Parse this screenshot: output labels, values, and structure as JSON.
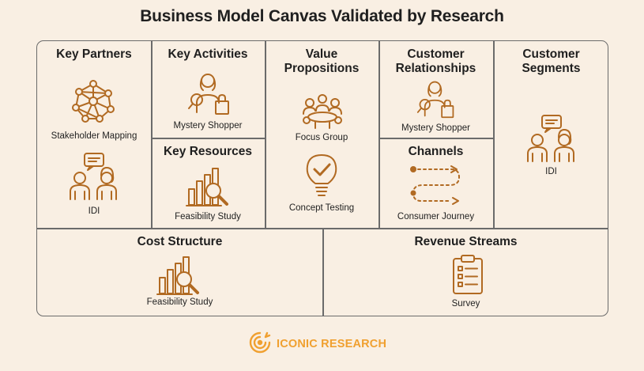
{
  "title": "Business Model Canvas Validated by Research",
  "key_partners": {
    "title": "Key Partners",
    "method_1": "Stakeholder Mapping",
    "method_2": "IDI",
    "icon_1": "network-icon",
    "icon_2": "interview-icon"
  },
  "key_activities": {
    "title": "Key Activities",
    "method": "Mystery Shopper",
    "icon": "mystery-shopper-icon"
  },
  "key_resources": {
    "title": "Key Resources",
    "method": "Feasibility Study",
    "icon": "bar-chart-magnifier-icon"
  },
  "value_propositions": {
    "title_line1": "Value",
    "title_line2": "Propositions",
    "method_1": "Focus Group",
    "method_2": "Concept Testing",
    "icon_1": "focus-group-icon",
    "icon_2": "lightbulb-check-icon"
  },
  "customer_relationships": {
    "title_line1": "Customer",
    "title_line2": "Relationships",
    "method": "Mystery Shopper",
    "icon": "mystery-shopper-icon"
  },
  "channels": {
    "title": "Channels",
    "method": "Consumer Journey",
    "icon": "journey-path-icon"
  },
  "customer_segments": {
    "title_line1": "Customer",
    "title_line2": "Segments",
    "method": "IDI",
    "icon": "interview-icon"
  },
  "cost_structure": {
    "title": "Cost Structure",
    "method": "Feasibility Study",
    "icon": "bar-chart-magnifier-icon"
  },
  "revenue_streams": {
    "title": "Revenue Streams",
    "method": "Survey",
    "icon": "clipboard-survey-icon"
  },
  "footer": {
    "brand": "ICONIC RESEARCH",
    "icon": "iconic-research-logo-icon"
  },
  "colors": {
    "background": "#f9efe3",
    "icon": "#b16a22",
    "brand": "#f0a030",
    "border": "#6b6b6b"
  }
}
